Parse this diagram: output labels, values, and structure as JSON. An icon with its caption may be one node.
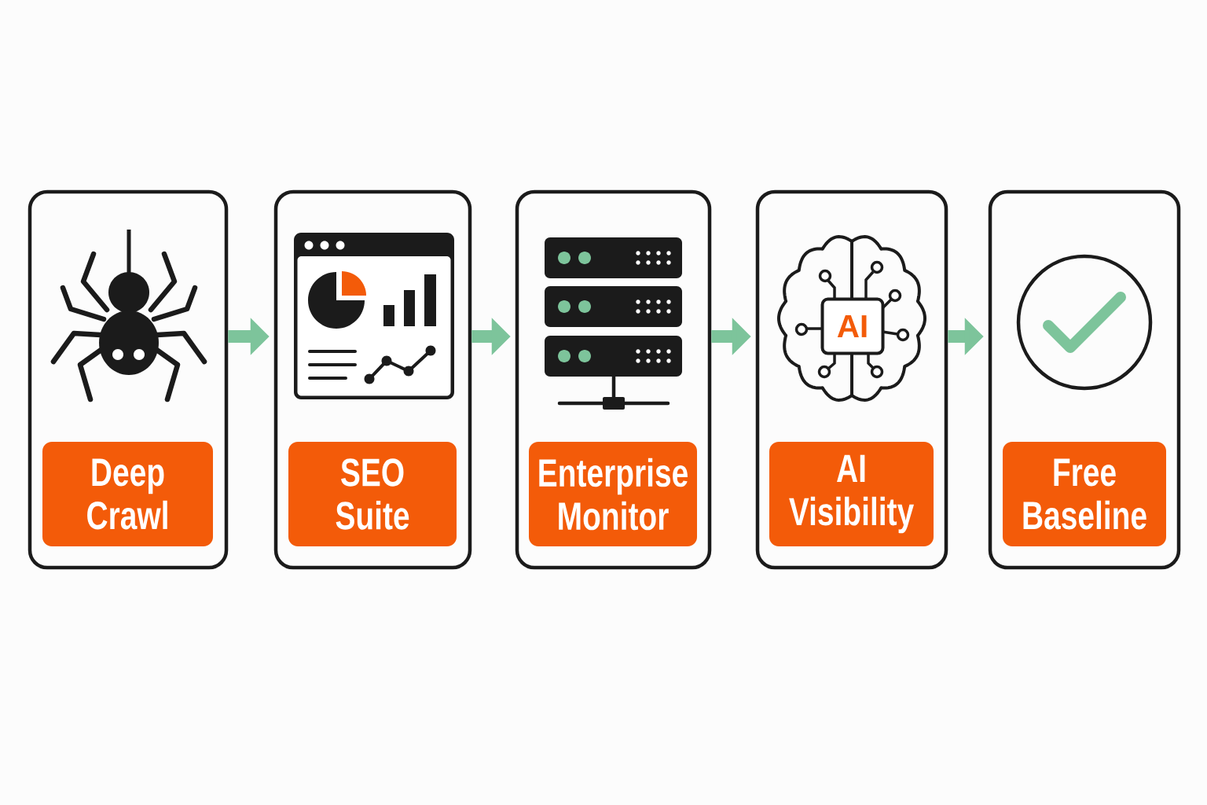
{
  "diagram": {
    "nodes": [
      {
        "text": [
          "Deep Crawl"
        ]
      },
      {
        "text": [
          "SEO Suite"
        ]
      },
      {
        "text": [
          "Enterprise Monitor"
        ]
      },
      {
        "text": [
          "AI Visibility"
        ]
      },
      {
        "text": [
          "Free Baseline"
        ]
      }
    ],
    "edges": [
      {
        "from": 0,
        "to": 1,
        "arrow": "to"
      },
      {
        "from": 1,
        "to": 2,
        "arrow": "to"
      },
      {
        "from": 2,
        "to": 3,
        "arrow": "to"
      },
      {
        "from": 3,
        "to": 4,
        "arrow": "to"
      }
    ],
    "labels": [
      "AI"
    ]
  }
}
